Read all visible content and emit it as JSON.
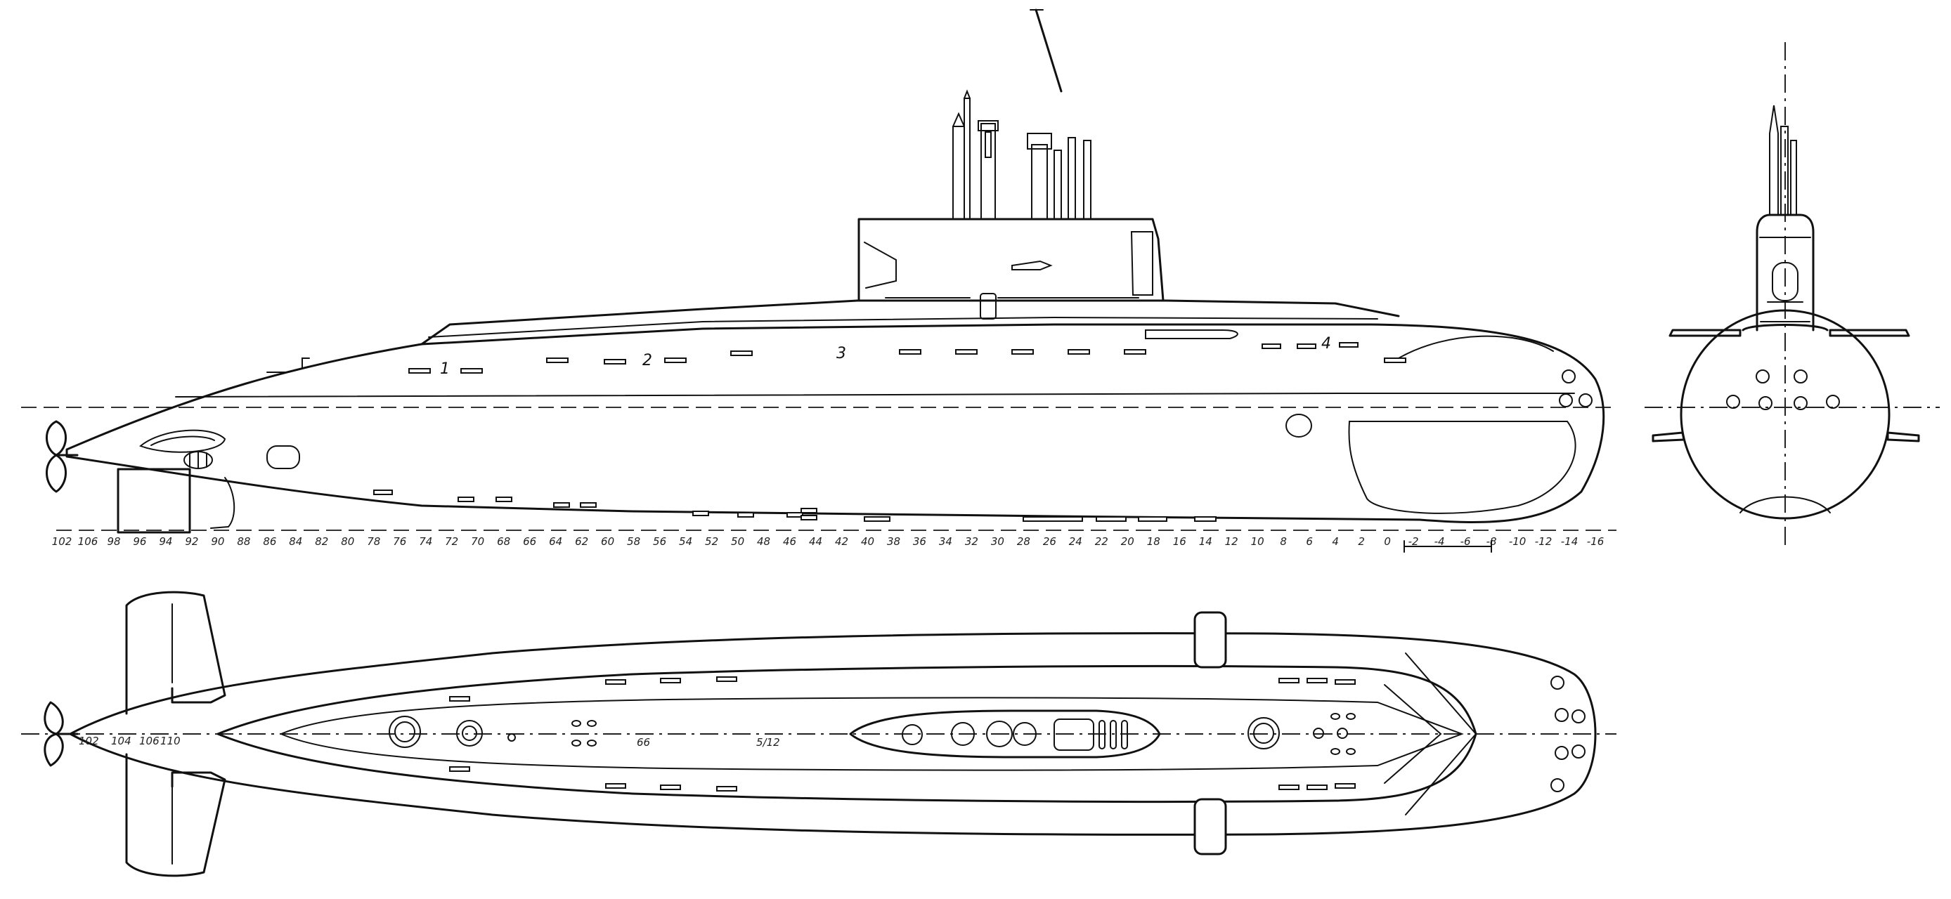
{
  "drawing": {
    "hull_labels": [
      "1",
      "2",
      "3",
      "4"
    ],
    "frame_numbers": [
      "102",
      "106",
      "98",
      "96",
      "94",
      "92",
      "90",
      "88",
      "86",
      "84",
      "82",
      "80",
      "78",
      "76",
      "74",
      "72",
      "70",
      "68",
      "66",
      "64",
      "62",
      "60",
      "58",
      "56",
      "54",
      "52",
      "50",
      "48",
      "46",
      "44",
      "42",
      "40",
      "38",
      "36",
      "34",
      "32",
      "30",
      "28",
      "26",
      "24",
      "22",
      "20",
      "18",
      "16",
      "14",
      "12",
      "10",
      "8",
      "6",
      "4",
      "2",
      "0",
      "-2",
      "-4",
      "-6",
      "-8",
      "-10",
      "-12",
      "-14",
      "-16"
    ],
    "plan_frame_numbers": [
      "102",
      "104",
      "106",
      "110"
    ],
    "plan_labels": [
      "66",
      "5/12"
    ]
  }
}
